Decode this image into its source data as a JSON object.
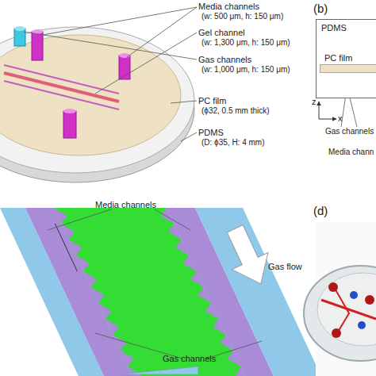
{
  "diagram": {
    "nodes": [
      {
        "text": [
          "PDMS"
        ]
      },
      {
        "text": [
          "PC film"
        ],
        "in": 0
      }
    ],
    "labels": [
      "Media channels",
      "(w: 500 μm, h: 150 μm)",
      "Gel channel",
      "(w: 1,300 μm, h: 150 μm)",
      "Gas channels",
      "(w: 1,000 μm, h: 150 μm)",
      "PC film",
      "(ϕ32, 0.5 mm thick)",
      "PDMS",
      "(D: ϕ35, H: 4 mm)",
      "(b)",
      "z",
      "x",
      "Gas channels",
      "Media chann",
      "Media channels",
      "Gas flow",
      "Gas channels",
      "(d)"
    ]
  }
}
